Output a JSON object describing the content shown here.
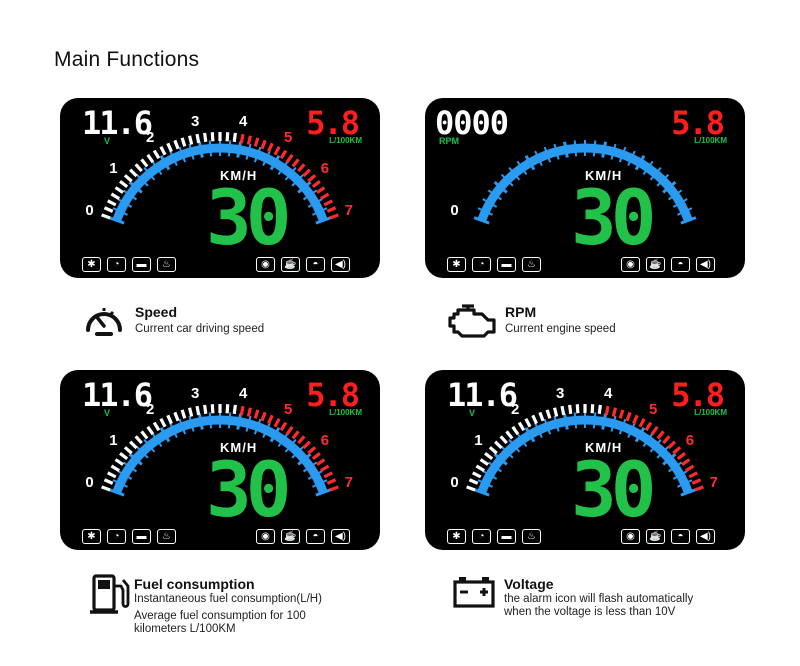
{
  "heading": "Main Functions",
  "hud": {
    "voltage_reading": "11.6",
    "voltage_unit": "V",
    "rpm_reading": "0000",
    "rpm_unit": "RPM",
    "fuel_reading": "5.8",
    "fuel_unit": "L/100KM",
    "speed_unit": "KM/H",
    "speed_reading": "30",
    "gauge_labels": [
      "0",
      "1",
      "2",
      "3",
      "4",
      "5",
      "6",
      "7"
    ],
    "left_icons": [
      "gear-icon",
      "gauge-icon",
      "battery-icon",
      "temperature-icon"
    ],
    "right_icons": [
      "brake-icon",
      "coffee-icon",
      "turbo-icon",
      "speaker-icon"
    ],
    "colors": {
      "arc": "#2a9bf0",
      "speed": "#22c24a",
      "fuel": "#ff1e1e",
      "redline": "#ff2b2b",
      "unit": "#19c34a"
    }
  },
  "features": [
    {
      "icon": "speedometer-icon",
      "title": "Speed",
      "description": [
        "Current car driving speed"
      ]
    },
    {
      "icon": "engine-icon",
      "title": "RPM",
      "description": [
        "Current engine speed"
      ]
    },
    {
      "icon": "fuel-pump-icon",
      "title": "Fuel consumption",
      "description": [
        "Instantaneous fuel consumption(L/H)",
        "Average fuel consumption for 100",
        "kilometers L/100KM"
      ]
    },
    {
      "icon": "battery-icon",
      "title": "Voltage",
      "description": [
        "the alarm icon will flash automatically",
        "when the voltage is less than 10V"
      ]
    }
  ]
}
